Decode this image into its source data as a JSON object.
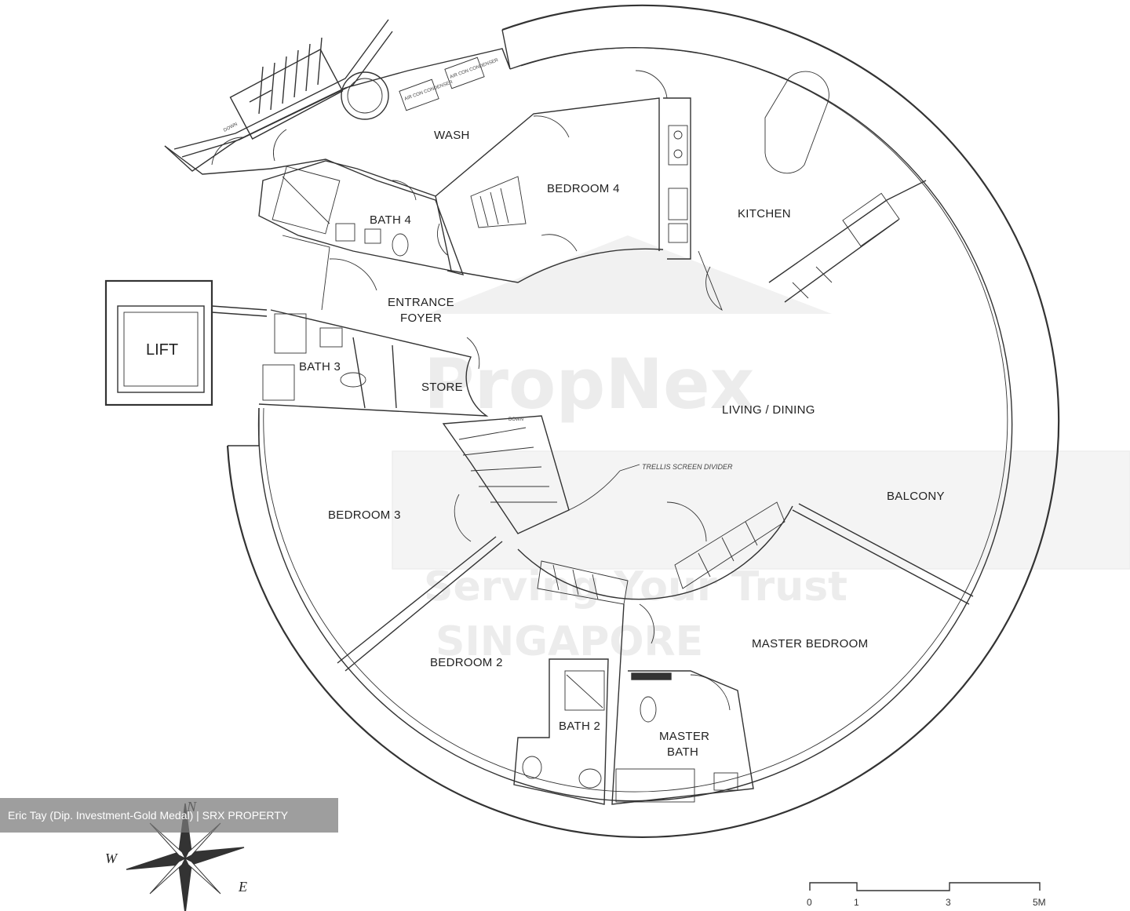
{
  "rooms": {
    "wash": "WASH",
    "bedroom4": "BEDROOM 4",
    "kitchen": "KITCHEN",
    "bath4": "BATH 4",
    "entrance_foyer_line1": "ENTRANCE",
    "entrance_foyer_line2": "FOYER",
    "lift": "LIFT",
    "bath3": "BATH 3",
    "store": "STORE",
    "living_dining": "LIVING / DINING",
    "balcony": "BALCONY",
    "bedroom3": "BEDROOM 3",
    "bedroom2": "BEDROOM 2",
    "master_bedroom": "MASTER BEDROOM",
    "bath2": "BATH 2",
    "master_bath_line1": "MASTER",
    "master_bath_line2": "BATH"
  },
  "annotations": {
    "aircon_1": "AIR CON CONDENSER",
    "aircon_2": "AIR CON CONDENSER",
    "stair_down": "DOWN",
    "inner_stair_down": "DOWN",
    "trellis": "TRELLIS SCREEN DIVIDER"
  },
  "watermark": {
    "brand": "PropNex",
    "tagline": "Serving Your Trust",
    "country": "SINGAPORE"
  },
  "credit": "Eric Tay (Dip. Investment-Gold Medal) | SRX PROPERTY",
  "compass": {
    "north": "N",
    "west": "W",
    "east": "E"
  },
  "scale_bar": {
    "ticks": [
      "0",
      "1",
      "3",
      "5M"
    ]
  }
}
